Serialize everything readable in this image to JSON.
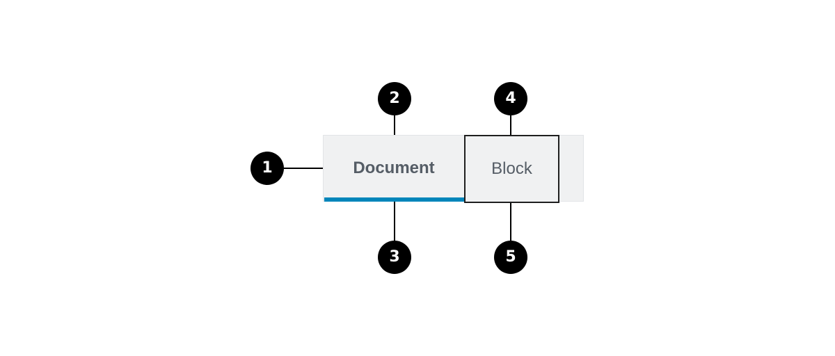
{
  "tabs": [
    {
      "label": "Document",
      "active": true
    },
    {
      "label": "Block",
      "active": false
    }
  ],
  "callouts": [
    "1",
    "2",
    "3",
    "4",
    "5"
  ],
  "colors": {
    "active_indicator": "#0085ba",
    "tab_background": "#f0f1f2",
    "tab_text": "#555d66",
    "focus_outline": "#1e1e1e",
    "callout_fill": "#000000",
    "callout_text": "#ffffff"
  }
}
